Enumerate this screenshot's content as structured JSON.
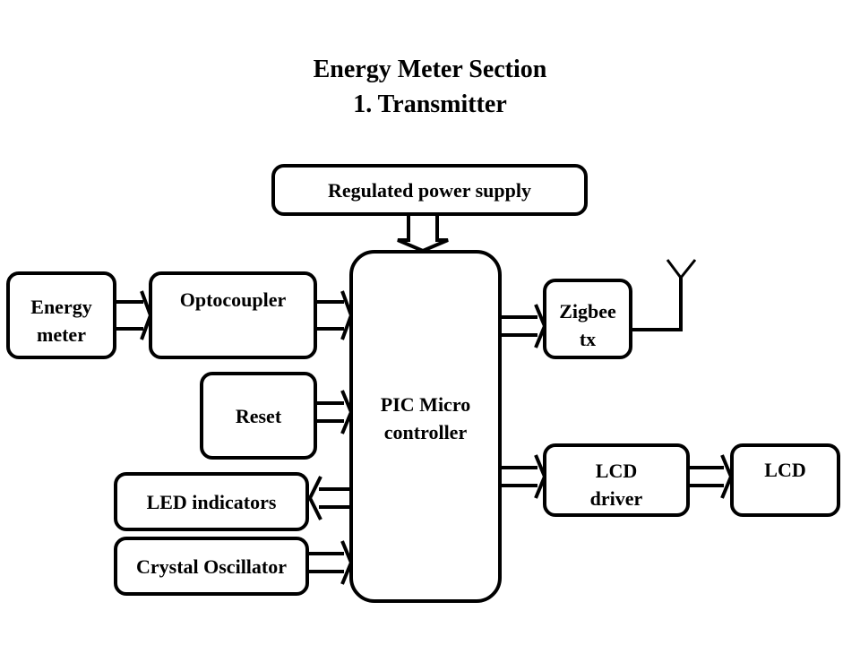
{
  "title": {
    "line1": "Energy Meter Section",
    "line2": "1. Transmitter"
  },
  "blocks": {
    "power_supply": "Regulated power supply",
    "energy_meter": [
      "Energy",
      "meter"
    ],
    "optocoupler": "Optocoupler",
    "reset": "Reset",
    "led_indicators": "LED indicators",
    "crystal_oscillator": "Crystal Oscillator",
    "pic": [
      "PIC Micro",
      "controller"
    ],
    "zigbee": [
      "Zigbee",
      "tx"
    ],
    "lcd_driver": [
      "LCD",
      "driver"
    ],
    "lcd": "LCD"
  },
  "connections": [
    {
      "from": "Regulated power supply",
      "to": "PIC Micro controller"
    },
    {
      "from": "Energy meter",
      "to": "Optocoupler"
    },
    {
      "from": "Optocoupler",
      "to": "PIC Micro controller"
    },
    {
      "from": "Reset",
      "to": "PIC Micro controller"
    },
    {
      "from": "PIC Micro controller",
      "to": "LED indicators"
    },
    {
      "from": "Crystal Oscillator",
      "to": "PIC Micro controller"
    },
    {
      "from": "PIC Micro controller",
      "to": "Zigbee tx"
    },
    {
      "from": "Zigbee tx",
      "to": "antenna"
    },
    {
      "from": "PIC Micro controller",
      "to": "LCD driver"
    },
    {
      "from": "LCD driver",
      "to": "LCD"
    }
  ]
}
